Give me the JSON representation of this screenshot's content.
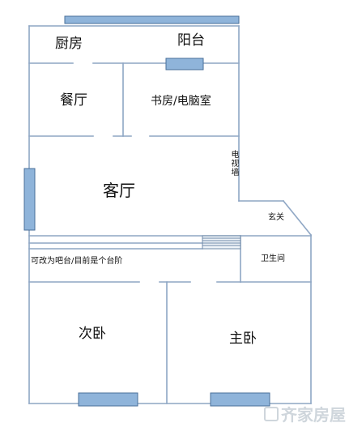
{
  "rooms": {
    "kitchen": "厨房",
    "balcony": "阳台",
    "dining": "餐厅",
    "study": "书房/电脑室",
    "living": "客厅",
    "tv_wall": "电视墙",
    "entrance": "玄关",
    "bathroom": "卫生间",
    "note": "可改为吧台/目前是个台阶",
    "second_bedroom": "次卧",
    "master_bedroom": "主卧"
  },
  "watermark": "齐家房屋",
  "colors": {
    "wall": "#8ea6c4",
    "window_fill": "#8fb4da",
    "window_stroke": "#4a6f99"
  }
}
